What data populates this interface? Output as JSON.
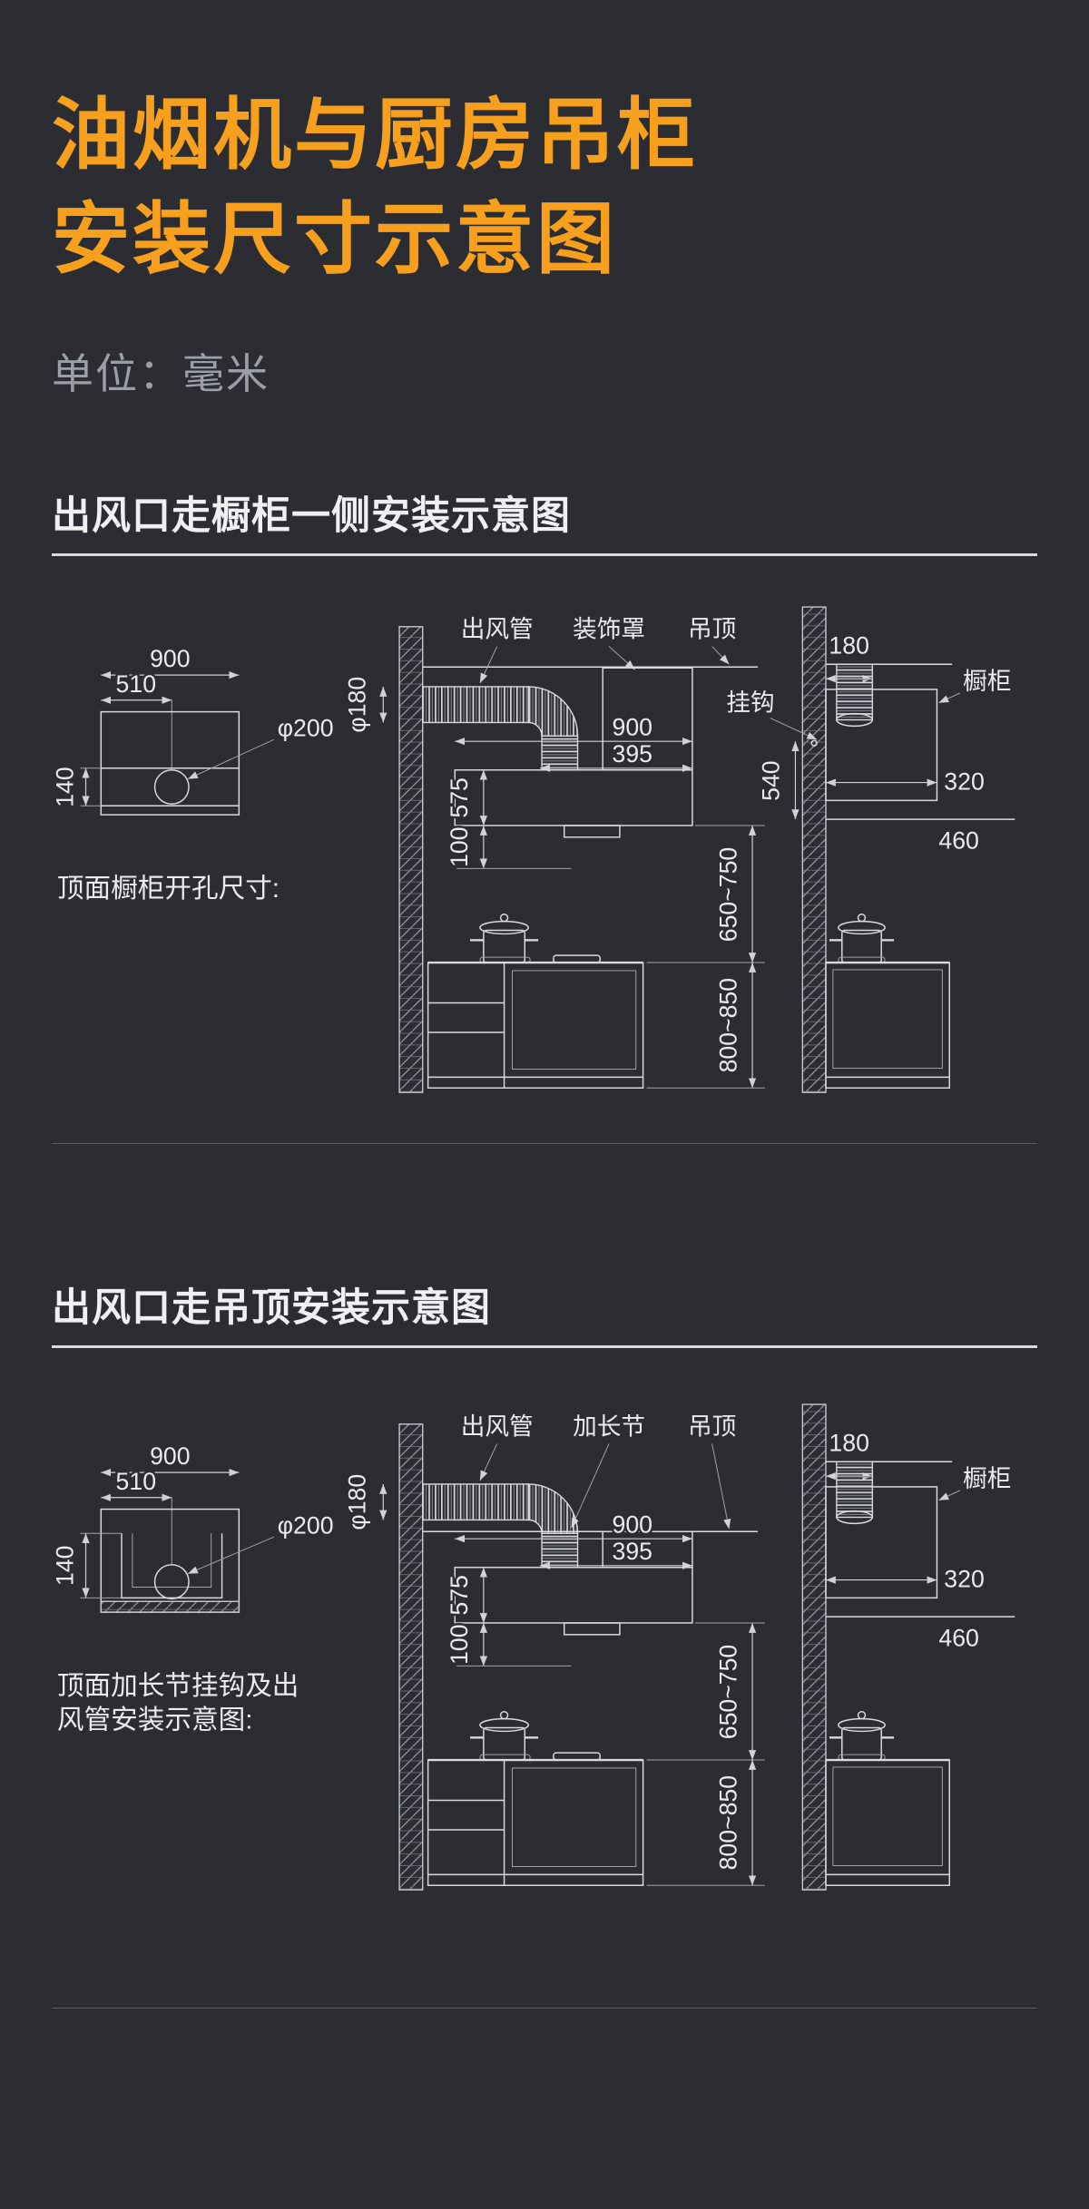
{
  "page": {
    "title_line1": "油烟机与厨房吊柜",
    "title_line2": "安装尺寸示意图",
    "unit_label": "单位：毫米",
    "accent_color": "#F6A01E",
    "background_color": "#2B2D33",
    "line_color": "#D8DADD"
  },
  "section1": {
    "heading": "出风口走橱柜一侧安装示意图",
    "caption": "顶面橱柜开孔尺寸:",
    "labels": {
      "duct": "出风管",
      "cover": "装饰罩",
      "ceiling": "吊顶",
      "hook": "挂钩",
      "cabinet": "橱柜"
    },
    "dims": {
      "cutout_width": "900",
      "cutout_offset": "510",
      "cutout_depth": "140",
      "hole_diameter": "φ200",
      "duct_diameter": "φ180",
      "hood_width": "900",
      "hood_body_width": "395",
      "hood_height": "575",
      "hood_gap": "100",
      "hood_to_counter": "650~750",
      "counter_height": "800~850",
      "wall_to_duct": "180",
      "cabinet_depth": "320",
      "hook_height": "540",
      "below_cabinet": "460"
    }
  },
  "section2": {
    "heading": "出风口走吊顶安装示意图",
    "caption_line1": "顶面加长节挂钩及出",
    "caption_line2": "风管安装示意图:",
    "labels": {
      "duct": "出风管",
      "extension": "加长节",
      "ceiling": "吊顶",
      "cabinet": "橱柜"
    },
    "dims": {
      "cutout_width": "900",
      "cutout_offset": "510",
      "cutout_depth": "140",
      "hole_diameter": "φ200",
      "duct_diameter": "φ180",
      "hood_width": "900",
      "hood_body_width": "395",
      "hood_height": "575",
      "hood_gap": "100",
      "hood_to_counter": "650~750",
      "counter_height": "800~850",
      "wall_to_duct": "180",
      "cabinet_depth": "320",
      "below_cabinet": "460"
    }
  }
}
